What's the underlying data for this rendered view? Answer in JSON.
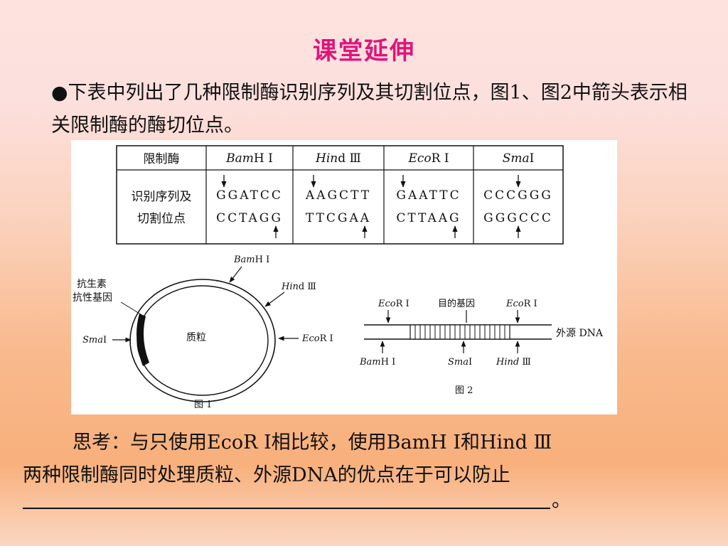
{
  "title": "课堂延伸",
  "intro": "●下表中列出了几种限制酶识别序列及其切割位点，图1、图2中箭头表示相关限制酶的酶切位点。",
  "table": {
    "header_left": "限制酶",
    "row_label_1": "识别序列及",
    "row_label_2": "切割位点",
    "enzymes": [
      {
        "it": "Bam",
        "rest": "H Ⅰ",
        "top": "GGATCC",
        "bottom": "CCTAGG"
      },
      {
        "it": "Hin",
        "rest": "d Ⅲ",
        "top": "AAGCTT",
        "bottom": "TTCGAA"
      },
      {
        "it": "Eco",
        "rest": "R Ⅰ",
        "top": "GAATTC",
        "bottom": "CTTAAG"
      },
      {
        "it": "Sma",
        "rest": "Ⅰ",
        "top": "CCCGGG",
        "bottom": "GGGCCC"
      }
    ]
  },
  "fig1": {
    "label": "图 1",
    "center": "质粒",
    "resist_1": "抗生素",
    "resist_2": "抗性基因",
    "bam": {
      "it": "Bam",
      "rest": "H Ⅰ"
    },
    "hind": {
      "it": "Hin",
      "rest": "d Ⅲ"
    },
    "eco": {
      "it": "Eco",
      "rest": "R Ⅰ"
    },
    "sma": {
      "it": "Sma",
      "rest": "Ⅰ"
    }
  },
  "fig2": {
    "label": "图 2",
    "target": "目的基因",
    "dna": "外源 DNA",
    "eco_left": {
      "it": "Eco",
      "rest": "R Ⅰ"
    },
    "eco_right": {
      "it": "Eco",
      "rest": "R Ⅰ"
    },
    "bam": {
      "it": "Bam",
      "rest": "H Ⅰ"
    },
    "sma": {
      "it": "Sma",
      "rest": "Ⅰ"
    },
    "hind": {
      "it": "Hind",
      "rest": " Ⅲ"
    }
  },
  "question": {
    "line1": "思考：与只使用EcoR I相比较，使用BamH Ⅰ和Hind Ⅲ",
    "line2": "两种限制酶同时处理质粒、外源DNA的优点在于可以防止",
    "end": "。"
  },
  "colors": {
    "title": "#e0147a",
    "text": "#111111"
  }
}
